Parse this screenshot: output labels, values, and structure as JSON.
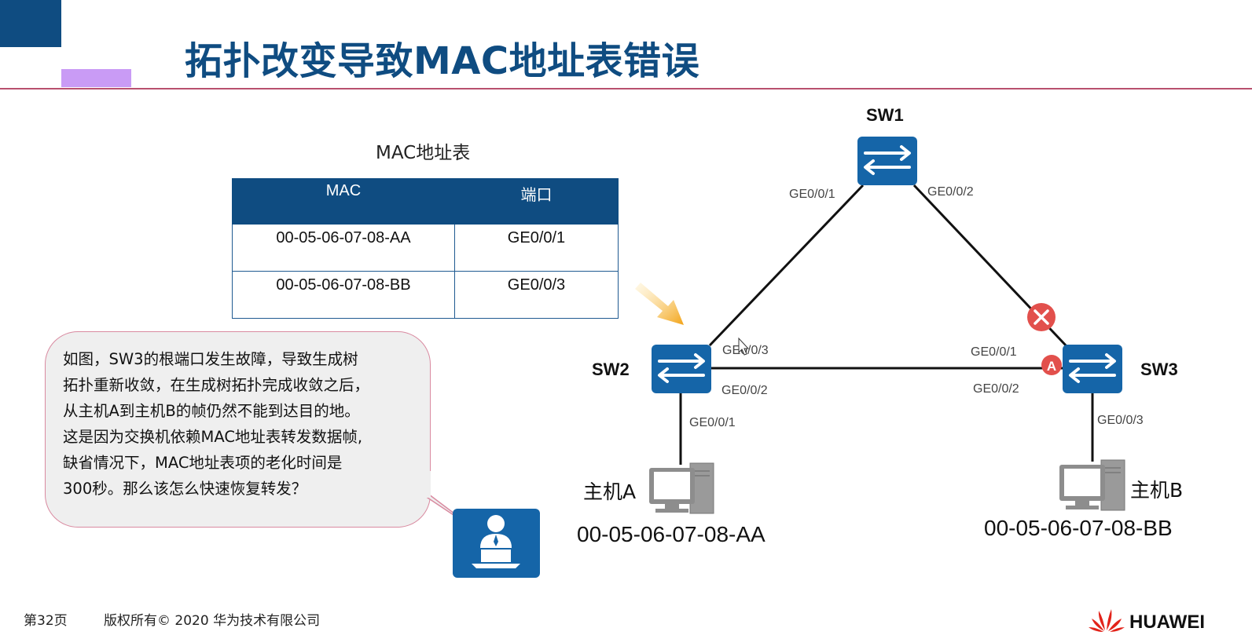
{
  "title": "拓扑改变导致MAC地址表错误",
  "mac_table": {
    "caption": "MAC地址表",
    "headers": [
      "MAC",
      "端口"
    ],
    "rows": [
      [
        "00-05-06-07-08-AA",
        "GE0/0/1"
      ],
      [
        "00-05-06-07-08-BB",
        "GE0/0/3"
      ]
    ]
  },
  "bubble": {
    "lines": [
      "如图，SW3的根端口发生故障，导致生成树",
      "拓扑重新收敛，在生成树拓扑完成收敛之后，",
      "从主机A到主机B的帧仍然不能到达目的地。",
      "这是因为交换机依赖MAC地址表转发数据帧,",
      "缺省情况下，MAC地址表项的老化时间是",
      "300秒。那么该怎么快速恢复转发？"
    ]
  },
  "diagram": {
    "switches": {
      "sw1": "SW1",
      "sw2": "SW2",
      "sw3": "SW3"
    },
    "ports": {
      "sw1_left": "GE0/0/1",
      "sw1_right": "GE0/0/2",
      "sw2_top": "GE0/0/3",
      "sw2_right": "GE0/0/2",
      "sw2_down": "GE0/0/1",
      "sw3_left": "GE0/0/1",
      "sw3_bottom": "GE0/0/2",
      "sw3_down": "GE0/0/3"
    },
    "hosts": {
      "a_name": "主机A",
      "a_mac": "00-05-06-07-08-AA",
      "b_name": "主机B",
      "b_mac": "00-05-06-07-08-BB"
    },
    "port_role_badge": "A",
    "colors": {
      "switch": "#1565a8",
      "fault": "#e2504c",
      "alternate": "#e2504c",
      "arrow": "#f2a317"
    }
  },
  "footer": {
    "page": "第32页",
    "copyright": "版权所有© 2020 华为技术有限公司",
    "brand": "HUAWEI"
  }
}
